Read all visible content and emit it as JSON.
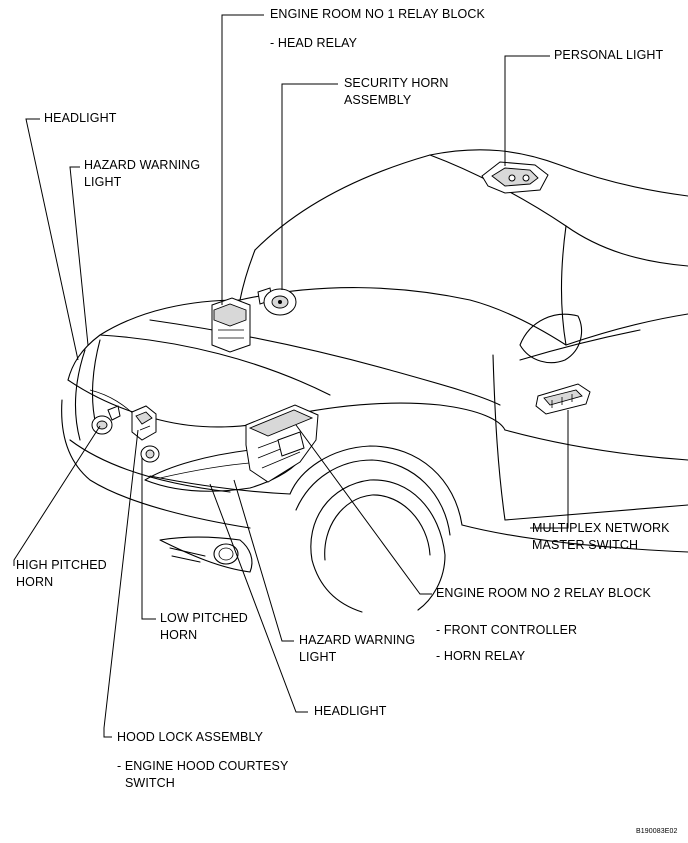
{
  "labels": {
    "engine_room_no1_title": "ENGINE ROOM NO  1 RELAY BLOCK",
    "engine_room_no1_sub": "-  HEAD RELAY",
    "security_horn_l1": "SECURITY HORN",
    "security_horn_l2": "ASSEMBLY",
    "personal_light": "PERSONAL LIGHT",
    "headlight_top": "HEADLIGHT",
    "hazard_top_l1": "HAZARD WARNING",
    "hazard_top_l2": "LIGHT",
    "multiplex_l1": "MULTIPLEX NETWORK",
    "multiplex_l2": "MASTER SWITCH",
    "high_horn_l1": "HIGH PITCHED",
    "high_horn_l2": "HORN",
    "engine_room_no2_title": "ENGINE ROOM NO  2 RELAY BLOCK",
    "front_controller": "- FRONT CONTROLLER",
    "horn_relay": "- HORN RELAY",
    "low_horn_l1": "LOW PITCHED",
    "low_horn_l2": "HORN",
    "hazard_bottom_l1": "HAZARD WARNING",
    "hazard_bottom_l2": "LIGHT",
    "headlight_bottom": "HEADLIGHT",
    "hood_lock": "HOOD LOCK ASSEMBLY",
    "hood_courtesy_l1": "- ENGINE HOOD COURTESY",
    "hood_courtesy_l2": "SWITCH",
    "figure_code": "B190083E02"
  }
}
